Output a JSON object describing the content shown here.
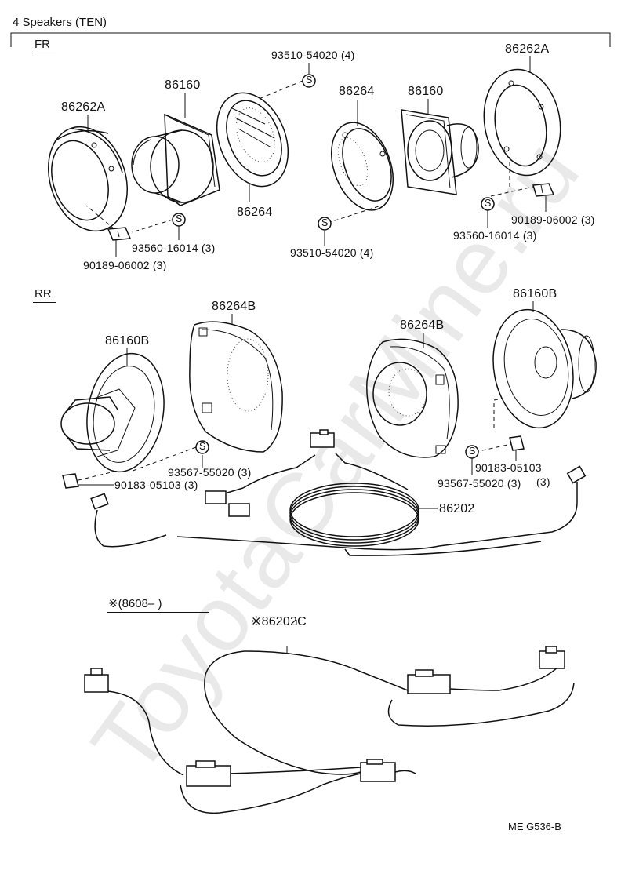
{
  "title": "4  Speakers  (TEN)",
  "figure_code": "ME  G536-B",
  "watermark": "ToyotaCarMine.ru",
  "sections": {
    "fr": "FR",
    "rr": "RR",
    "note": "※(8608–        )"
  },
  "fr_labels": {
    "ring_left": "86262A",
    "speaker_left": "86160",
    "cover_left": "86264",
    "screw_top": "93510-54020 (4)",
    "cover_right": "86264",
    "speaker_right": "86160",
    "ring_right": "86262A",
    "screw_left": "93560-16014 (3)",
    "clip_left": "90189-06002 (3)",
    "screw_bottom": "93510-54020 (4)",
    "screw_right": "93560-16014 (3)",
    "clip_right": "90189-06002 (3)"
  },
  "rr_labels": {
    "speaker_left": "86160B",
    "cover_left": "86264B",
    "cover_right": "86264B",
    "speaker_right": "86160B",
    "screw_left": "93567-55020 (3)",
    "nut_left": "90183-05103 (3)",
    "nut_right": "90183-05103",
    "nut_right_qty": "(3)",
    "screw_right": "93567-55020 (3)",
    "harness": "86202"
  },
  "lower_labels": {
    "harness_c": "※86202C"
  },
  "screw_glyph": "S"
}
